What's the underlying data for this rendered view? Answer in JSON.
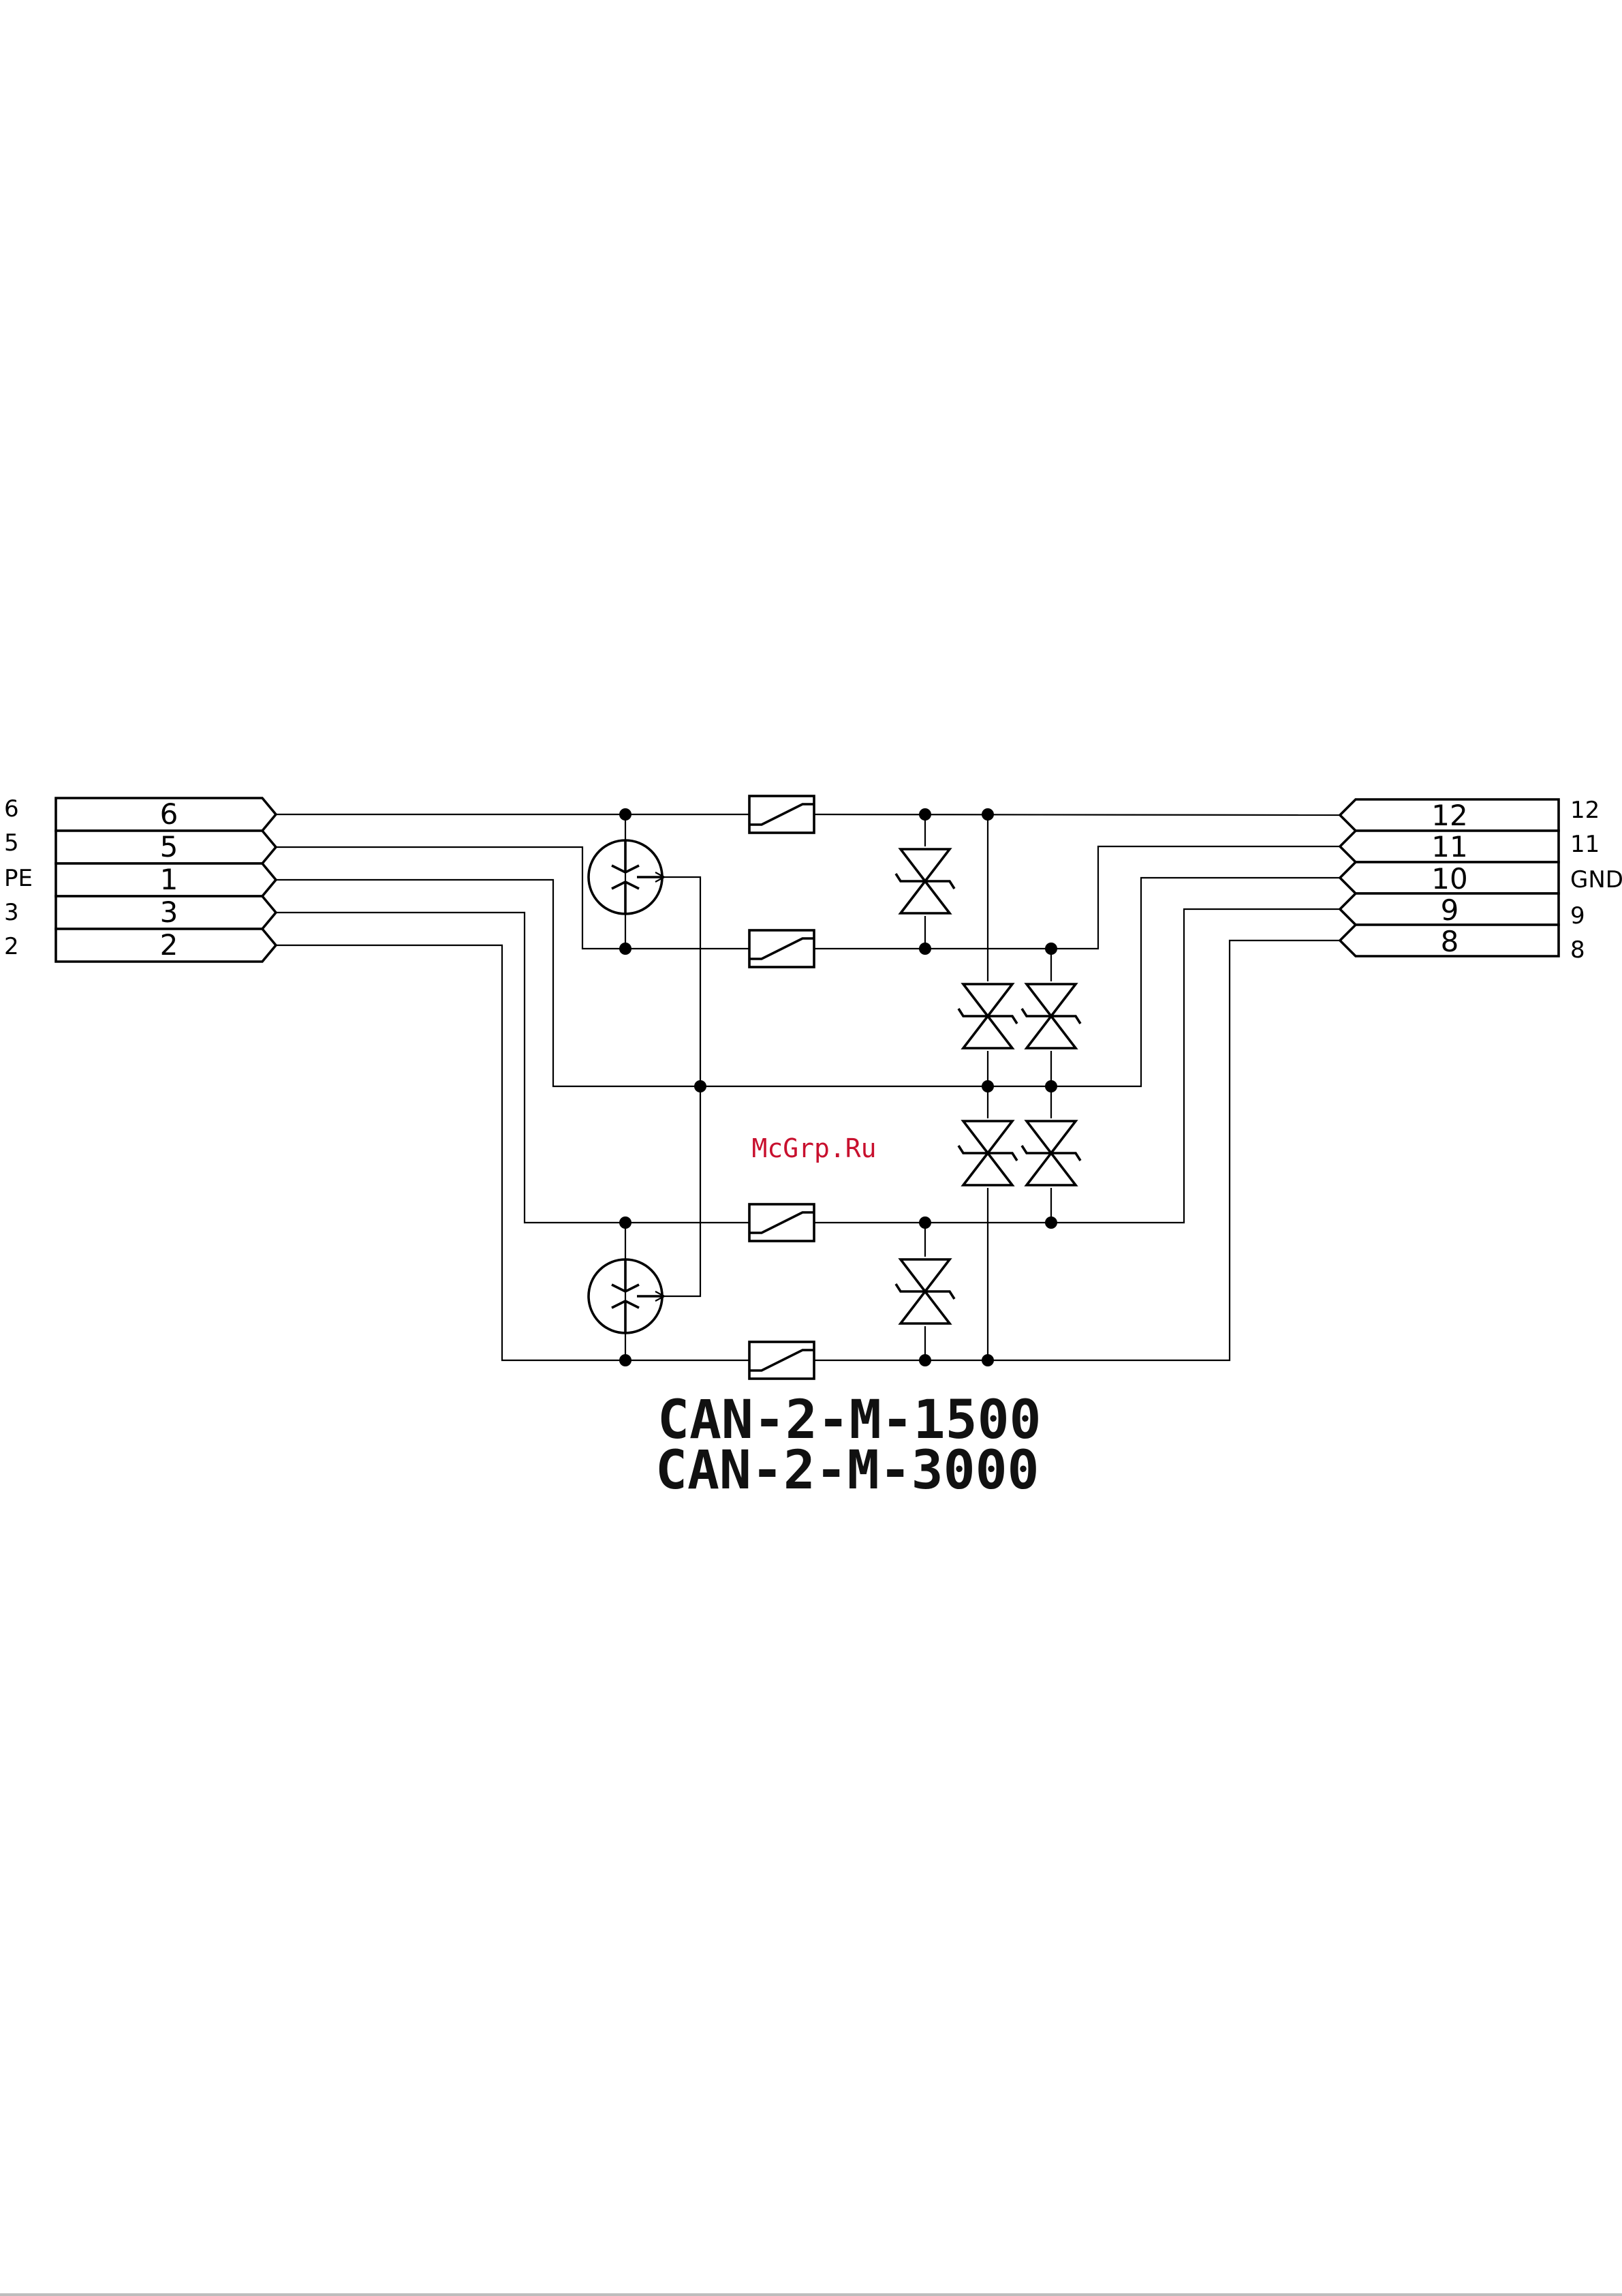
{
  "diagram": {
    "left_connector": {
      "outer_labels": [
        "6",
        "5",
        "PE",
        "3",
        "2"
      ],
      "inner_labels": [
        "6",
        "5",
        "1",
        "3",
        "2"
      ]
    },
    "right_connector": {
      "inner_labels": [
        "12",
        "11",
        "10",
        "9",
        "8"
      ],
      "outer_labels": [
        "12",
        "11",
        "GND",
        "9",
        "8"
      ]
    },
    "watermark": "McGrp.Ru",
    "title_lines": [
      "CAN-2-M-1500",
      "CAN-2-M-3000"
    ],
    "icons": {
      "gas_discharge_tube": "gas-discharge-tube-icon",
      "fuse_resistor": "ptc-fuse-icon",
      "tvs_diode": "bidirectional-tvs-diode-icon"
    }
  }
}
